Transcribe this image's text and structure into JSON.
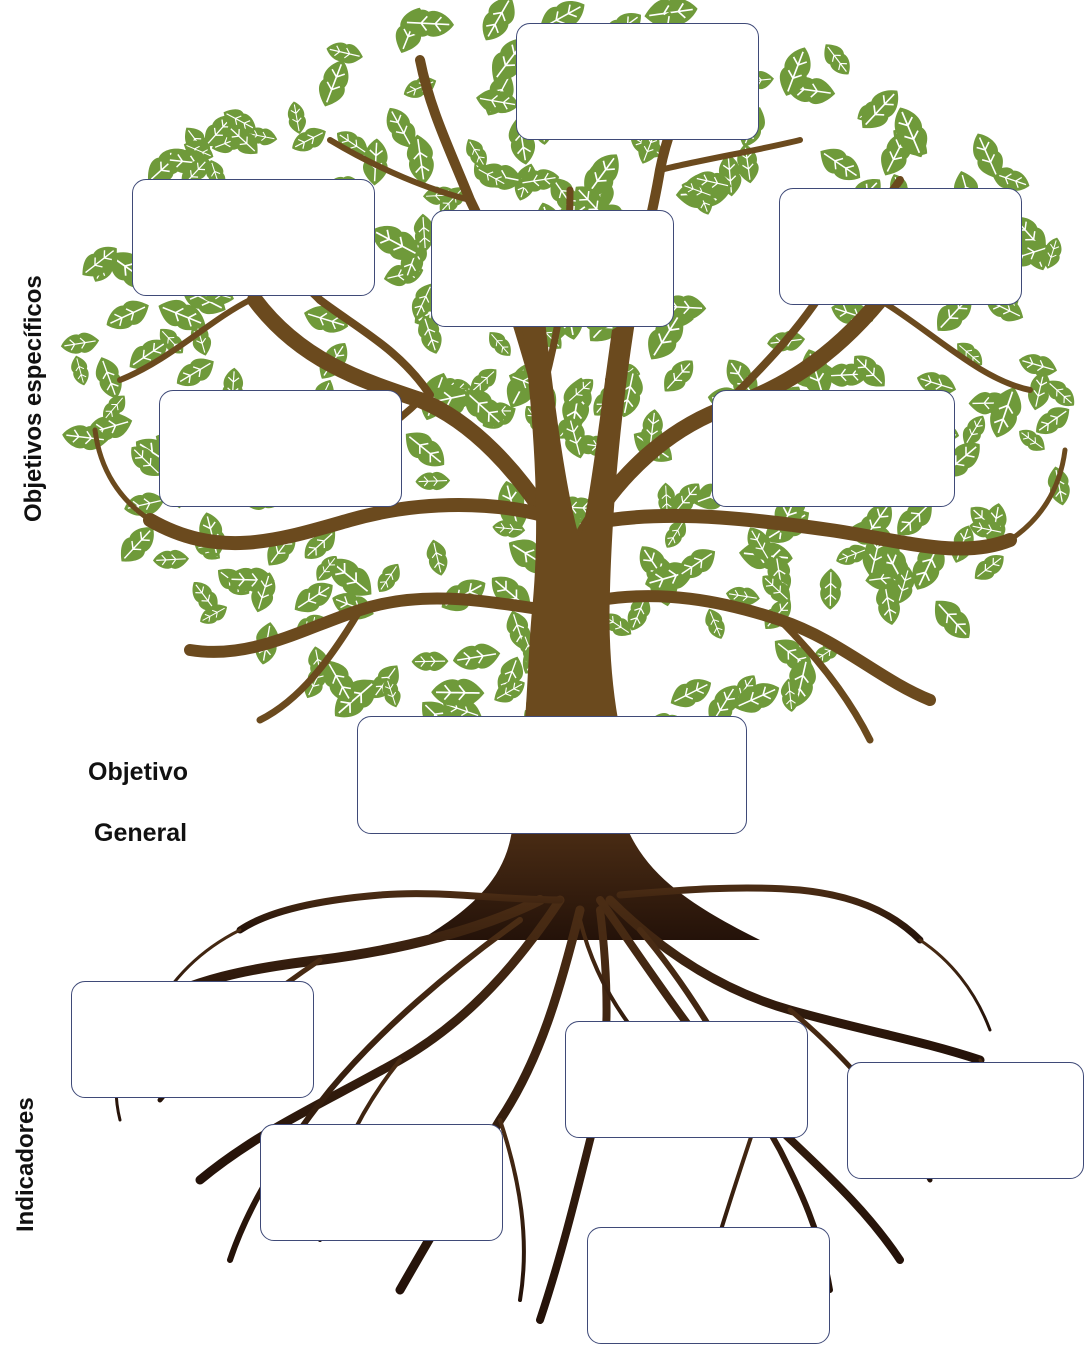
{
  "labels": {
    "specific_objectives": "Objetivos específicos",
    "general_objective_line1": "Objetivo",
    "general_objective_line2": "General",
    "indicators": "Indicadores"
  },
  "colors": {
    "leaf": "#6f9a3a",
    "leaf_vein": "#ffffff",
    "trunk": "#6b4a1e",
    "root": "#3a2212",
    "box_border": "#3f4a78"
  },
  "boxes": {
    "specific_objectives": [
      "",
      "",
      "",
      "",
      "",
      ""
    ],
    "general_objective": "",
    "indicators": [
      "",
      "",
      "",
      "",
      ""
    ]
  }
}
